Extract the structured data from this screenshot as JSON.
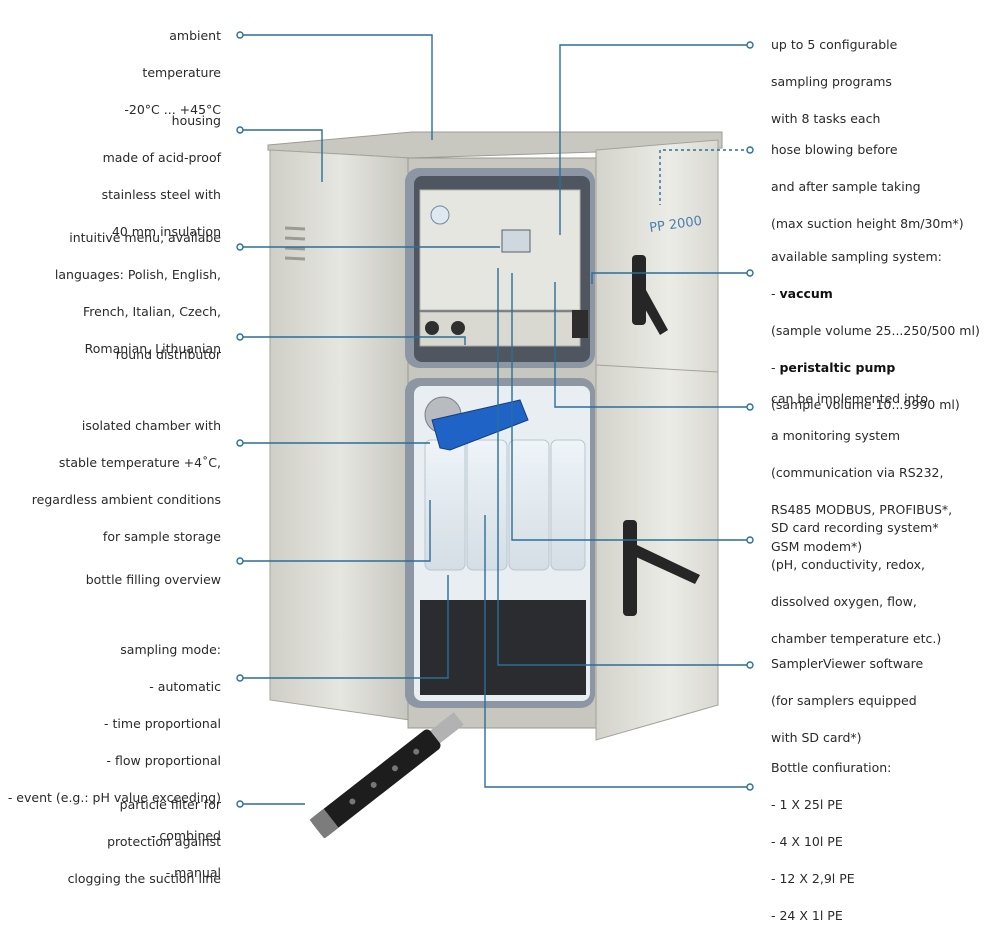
{
  "left_labels": [
    {
      "id": "ambient-temperature",
      "lines": [
        "ambient",
        "temperature",
        "-20°C ... +45°C"
      ]
    },
    {
      "id": "housing",
      "lines": [
        "housing",
        "made of acid-proof",
        "stainless steel with",
        "40 mm insulation"
      ]
    },
    {
      "id": "intuitive-menu",
      "lines": [
        "intuitive menu, availabe",
        "languages: Polish, English,",
        "French, Italian, Czech,",
        "Romanian, Lithuanian"
      ]
    },
    {
      "id": "round-distributor",
      "lines": [
        "round distributor"
      ]
    },
    {
      "id": "isolated-chamber",
      "lines": [
        "isolated chamber with",
        "stable temperature +4˚C,",
        "regardless ambient conditions",
        "for sample storage"
      ]
    },
    {
      "id": "bottle-filling",
      "lines": [
        "bottle filling overview"
      ]
    },
    {
      "id": "sampling-mode",
      "lines": [
        "sampling mode:",
        "- automatic",
        "- time proportional",
        "- flow proportional",
        "- event (e.g.: pH value exceeding)",
        "- combined",
        "- manual"
      ]
    },
    {
      "id": "particle-filter",
      "lines": [
        "particle filter for",
        "protection against",
        "clogging the suction line"
      ]
    }
  ],
  "right_labels": [
    {
      "id": "sampling-programs",
      "lines": [
        "up to 5 configurable",
        "sampling programs",
        "with 8 tasks each"
      ]
    },
    {
      "id": "hose-blowing",
      "lines": [
        "hose blowing before",
        "and after sample taking",
        "(max suction height 8m/30m*)"
      ]
    },
    {
      "id": "sampling-system",
      "lines": [
        "available sampling system:",
        "- **vaccum**",
        "(sample volume 25...250/500 ml)",
        "- **peristaltic pump**",
        "(sample volume 10...9990 ml)"
      ]
    },
    {
      "id": "monitoring-system",
      "lines": [
        "can be implemented into",
        "a monitoring  system",
        "(communication via RS232,",
        "RS485 MODBUS, PROFIBUS*,",
        "GSM modem*)"
      ]
    },
    {
      "id": "sd-card",
      "lines": [
        "SD card recording system*",
        "(pH, conductivity, redox,",
        "dissolved oxygen, flow,",
        "chamber temperature etc.)"
      ]
    },
    {
      "id": "samplerviewer",
      "lines": [
        "SamplerViewer software",
        "(for samplers equipped",
        "with SD card*)"
      ]
    },
    {
      "id": "bottle-configuration",
      "lines": [
        "Bottle confiuration:",
        "- 1 X 25l PE",
        "- 4 X 10l PE",
        "- 12 X 2,9l PE",
        "- 24 X 1l PE"
      ]
    }
  ],
  "device": {
    "door_badge": "PP 2000",
    "colors": {
      "steel": "#dcdcd6",
      "steel_dark": "#b9b9b2",
      "frame": "#8a94a0",
      "leader": "#2a6f99",
      "handle": "#2a2a2a",
      "funnel": "#1f63c7"
    }
  }
}
